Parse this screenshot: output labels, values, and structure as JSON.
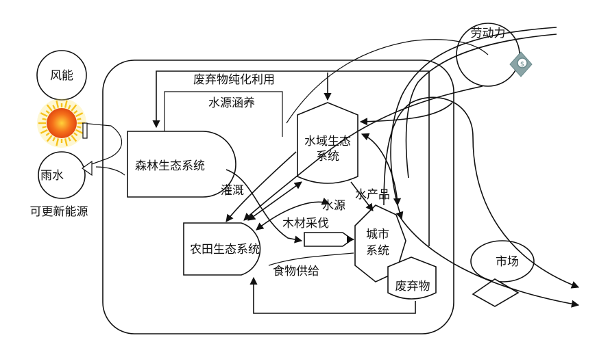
{
  "nodes": {
    "wind": "风能",
    "rain": "雨水",
    "renewable": "可更新能源",
    "forest": "森林生态系统",
    "water": "水域生态系统",
    "farm": "农田生态系统",
    "city": "城市系统",
    "waste": "废弃物",
    "labor": "劳动力",
    "market": "市场"
  },
  "flows": {
    "waste_purify": "废弃物纯化利用",
    "conserve": "水源涵养",
    "irrigation": "灌溉",
    "water_source": "水源",
    "aquatic": "水产品",
    "timber": "木材采伐",
    "food": "食物供给"
  },
  "colors": {
    "sun_core": "#f25a12",
    "sun_ray": "#f6c21c",
    "money_icon": "#6a8a8c"
  }
}
